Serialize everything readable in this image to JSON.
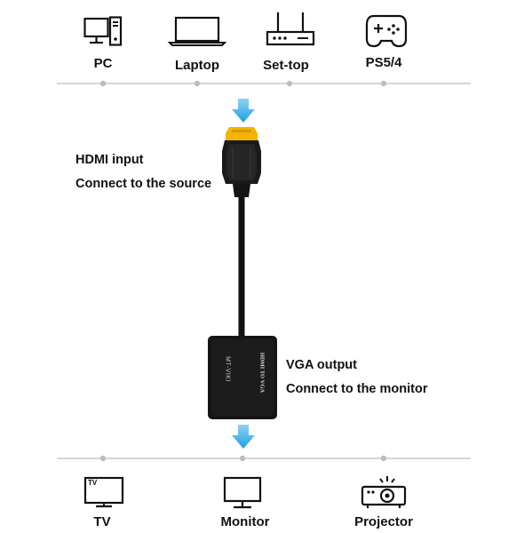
{
  "sources": [
    {
      "label": "PC",
      "icon": "pc-icon"
    },
    {
      "label": "Laptop",
      "icon": "laptop-icon"
    },
    {
      "label": "Set-top",
      "icon": "set-top-box-icon"
    },
    {
      "label": "PS5/4",
      "icon": "gamepad-icon"
    }
  ],
  "input": {
    "title": "HDMI input",
    "subtitle": "Connect to the source"
  },
  "adapter": {
    "brand": "MT-VIKI",
    "model": "HDMI TO VGA"
  },
  "output": {
    "title": "VGA output",
    "subtitle": "Connect to the monitor"
  },
  "displays": [
    {
      "label": "TV",
      "icon": "tv-icon",
      "icon_text": "TV"
    },
    {
      "label": "Monitor",
      "icon": "monitor-icon"
    },
    {
      "label": "Projector",
      "icon": "projector-icon"
    }
  ],
  "colors": {
    "arrow": "#2fa8e8",
    "plug": "#f2b500",
    "divider": "#c8c8c8",
    "cable": "#111111"
  }
}
